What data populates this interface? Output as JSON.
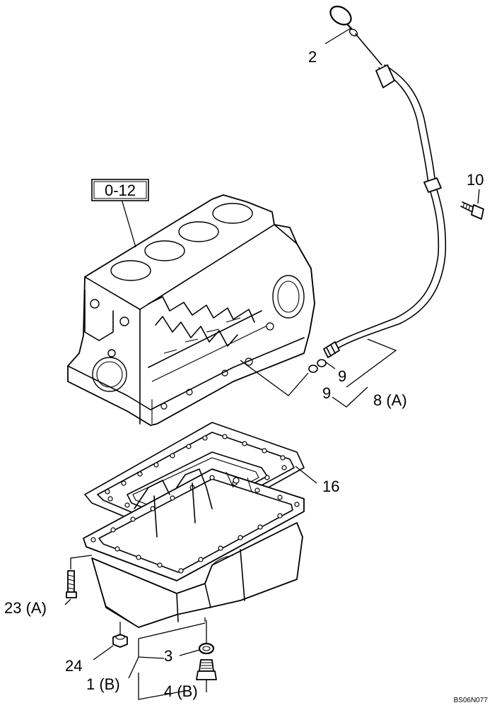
{
  "diagram": {
    "ref_box_label": "0-12",
    "labels": {
      "p2": "2",
      "p10": "10",
      "p9a": "9",
      "p9b": "9",
      "p8": "8 (A)",
      "p16": "16",
      "p23": "23 (A)",
      "p24": "24",
      "p3": "3",
      "p1": "1 (B)",
      "p4": "4 (B)"
    },
    "drawing_code": "BS06N077"
  }
}
